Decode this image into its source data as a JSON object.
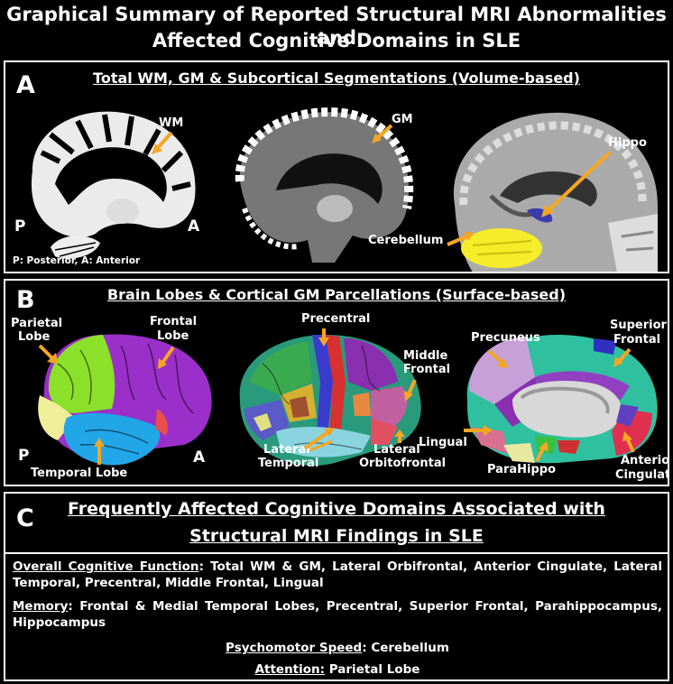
{
  "title_line1": "Graphical Summary of Reported Structural MRI Abnormalities and",
  "title_line2": "Affected Cognitive Domains in SLE",
  "panelA": {
    "letter": "A",
    "title": "Total WM, GM & Subcortical Segmentations (Volume-based)",
    "labels": {
      "wm": "WM",
      "gm": "GM",
      "hippo": "Hippo",
      "cerebellum": "Cerebellum",
      "p": "P",
      "a": "A",
      "legend": "P: Posterior, A: Anterior"
    }
  },
  "panelB": {
    "letter": "B",
    "title": "Brain Lobes & Cortical GM Parcellations (Surface-based)",
    "labels": {
      "parietal1": "Parietal",
      "parietal2": "Lobe",
      "frontal1": "Frontal",
      "frontal2": "Lobe",
      "p": "P",
      "a": "A",
      "temporal": "Temporal Lobe",
      "precentral": "Precentral",
      "middle1": "Middle",
      "middle2": "Frontal",
      "lateralT1": "Lateral",
      "lateralT2": "Temporal",
      "lateralO1": "Lateral",
      "lateralO2": "Orbitofrontal",
      "precuneus": "Precuneus",
      "superior1": "Superior",
      "superior2": "Frontal",
      "lingual": "Lingual",
      "parahippo": "ParaHippo",
      "anterior1": "Anterior",
      "anterior2": "Cingulate"
    }
  },
  "panelC": {
    "letter": "C",
    "title1": "Frequently Affected Cognitive Domains Associated with",
    "title2": "Structural MRI Findings in SLE",
    "overall_key": "Overall Cognitive Function",
    "overall_val": ": Total WM & GM, Lateral Orbifrontal, Anterior Cingulate, Lateral Temporal, Precentral, Middle Frontal, Lingual",
    "memory_key": "Memory",
    "memory_val": ": Frontal & Medial Temporal Lobes, Precentral, Superior Frontal, Parahippocampus, Hippocampus",
    "psycho_key": "Psychomotor Speed",
    "psycho_val": ": Cerebellum",
    "attention_key": "Attention:",
    "attention_val": " Parietal Lobe"
  },
  "colors": {
    "arrow": "#f5a623",
    "background": "#000000",
    "border": "#ffffff"
  }
}
